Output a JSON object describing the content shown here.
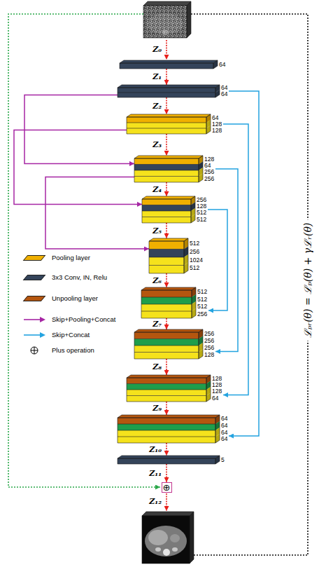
{
  "diagram": {
    "nodes": [
      {
        "text": [
          "64"
        ]
      },
      {
        "text": [
          "64",
          "64"
        ]
      },
      {
        "text": [
          "64",
          "128",
          "128"
        ]
      },
      {
        "text": [
          "128",
          "64",
          "256",
          "256"
        ]
      },
      {
        "text": [
          "256",
          "128",
          "512",
          "512"
        ]
      },
      {
        "text": [
          "512",
          "256",
          "1024",
          "512"
        ]
      },
      {
        "text": [
          "512",
          "512",
          "512",
          "256"
        ]
      },
      {
        "text": [
          "256",
          "256",
          "256",
          "128"
        ]
      },
      {
        "text": [
          "128",
          "128",
          "128",
          "64"
        ]
      },
      {
        "text": [
          "64",
          "64",
          "64",
          "64"
        ]
      },
      {
        "text": [
          "5"
        ]
      },
      {
        "text": [
          "⊕"
        ]
      }
    ],
    "edges": [
      {
        "from": 0,
        "to": 1,
        "arrow": "to",
        "label": "Z₁"
      },
      {
        "from": 1,
        "to": 2,
        "arrow": "to",
        "label": "Z₂"
      },
      {
        "from": 2,
        "to": 3,
        "arrow": "to",
        "label": "Z₃"
      },
      {
        "from": 3,
        "to": 4,
        "arrow": "to",
        "label": "Z₄"
      },
      {
        "from": 4,
        "to": 5,
        "arrow": "to",
        "label": "Z₅"
      },
      {
        "from": 5,
        "to": 6,
        "arrow": "to",
        "label": "Z₆"
      },
      {
        "from": 6,
        "to": 7,
        "arrow": "to",
        "label": "Z₇"
      },
      {
        "from": 7,
        "to": 8,
        "arrow": "to",
        "label": "Z₈"
      },
      {
        "from": 8,
        "to": 9,
        "arrow": "to",
        "label": "Z₉"
      },
      {
        "from": 9,
        "to": 10,
        "arrow": "to",
        "label": "Z₁₀"
      },
      {
        "from": 10,
        "to": 11,
        "arrow": "to",
        "label": "Z₁₁"
      },
      {
        "from": 1,
        "to": 3,
        "arrow": "to"
      },
      {
        "from": 2,
        "to": 4,
        "arrow": "to"
      },
      {
        "from": 3,
        "to": 5,
        "arrow": "to"
      },
      {
        "from": 1,
        "to": 9,
        "arrow": "to"
      },
      {
        "from": 2,
        "to": 8,
        "arrow": "to"
      },
      {
        "from": 3,
        "to": 7,
        "arrow": "to"
      },
      {
        "from": 4,
        "to": 6,
        "arrow": "to"
      }
    ],
    "labels": [
      "Z₀",
      "Z₁₂",
      "ℒₚᵣ(θ) = ℒₚ(θ) + γℒᵣ(θ)"
    ],
    "legend": [
      {
        "text": "Pooling layer",
        "color": "#f0b000"
      },
      {
        "text": "3x3 Conv, IN, Relu",
        "color": "#34445a"
      },
      {
        "text": "Unpooling layer",
        "color": "#b5560f"
      },
      {
        "text": "Skip+Pooling+Concat"
      },
      {
        "text": "Skip+Concat"
      },
      {
        "text": "Plus operation"
      }
    ]
  }
}
